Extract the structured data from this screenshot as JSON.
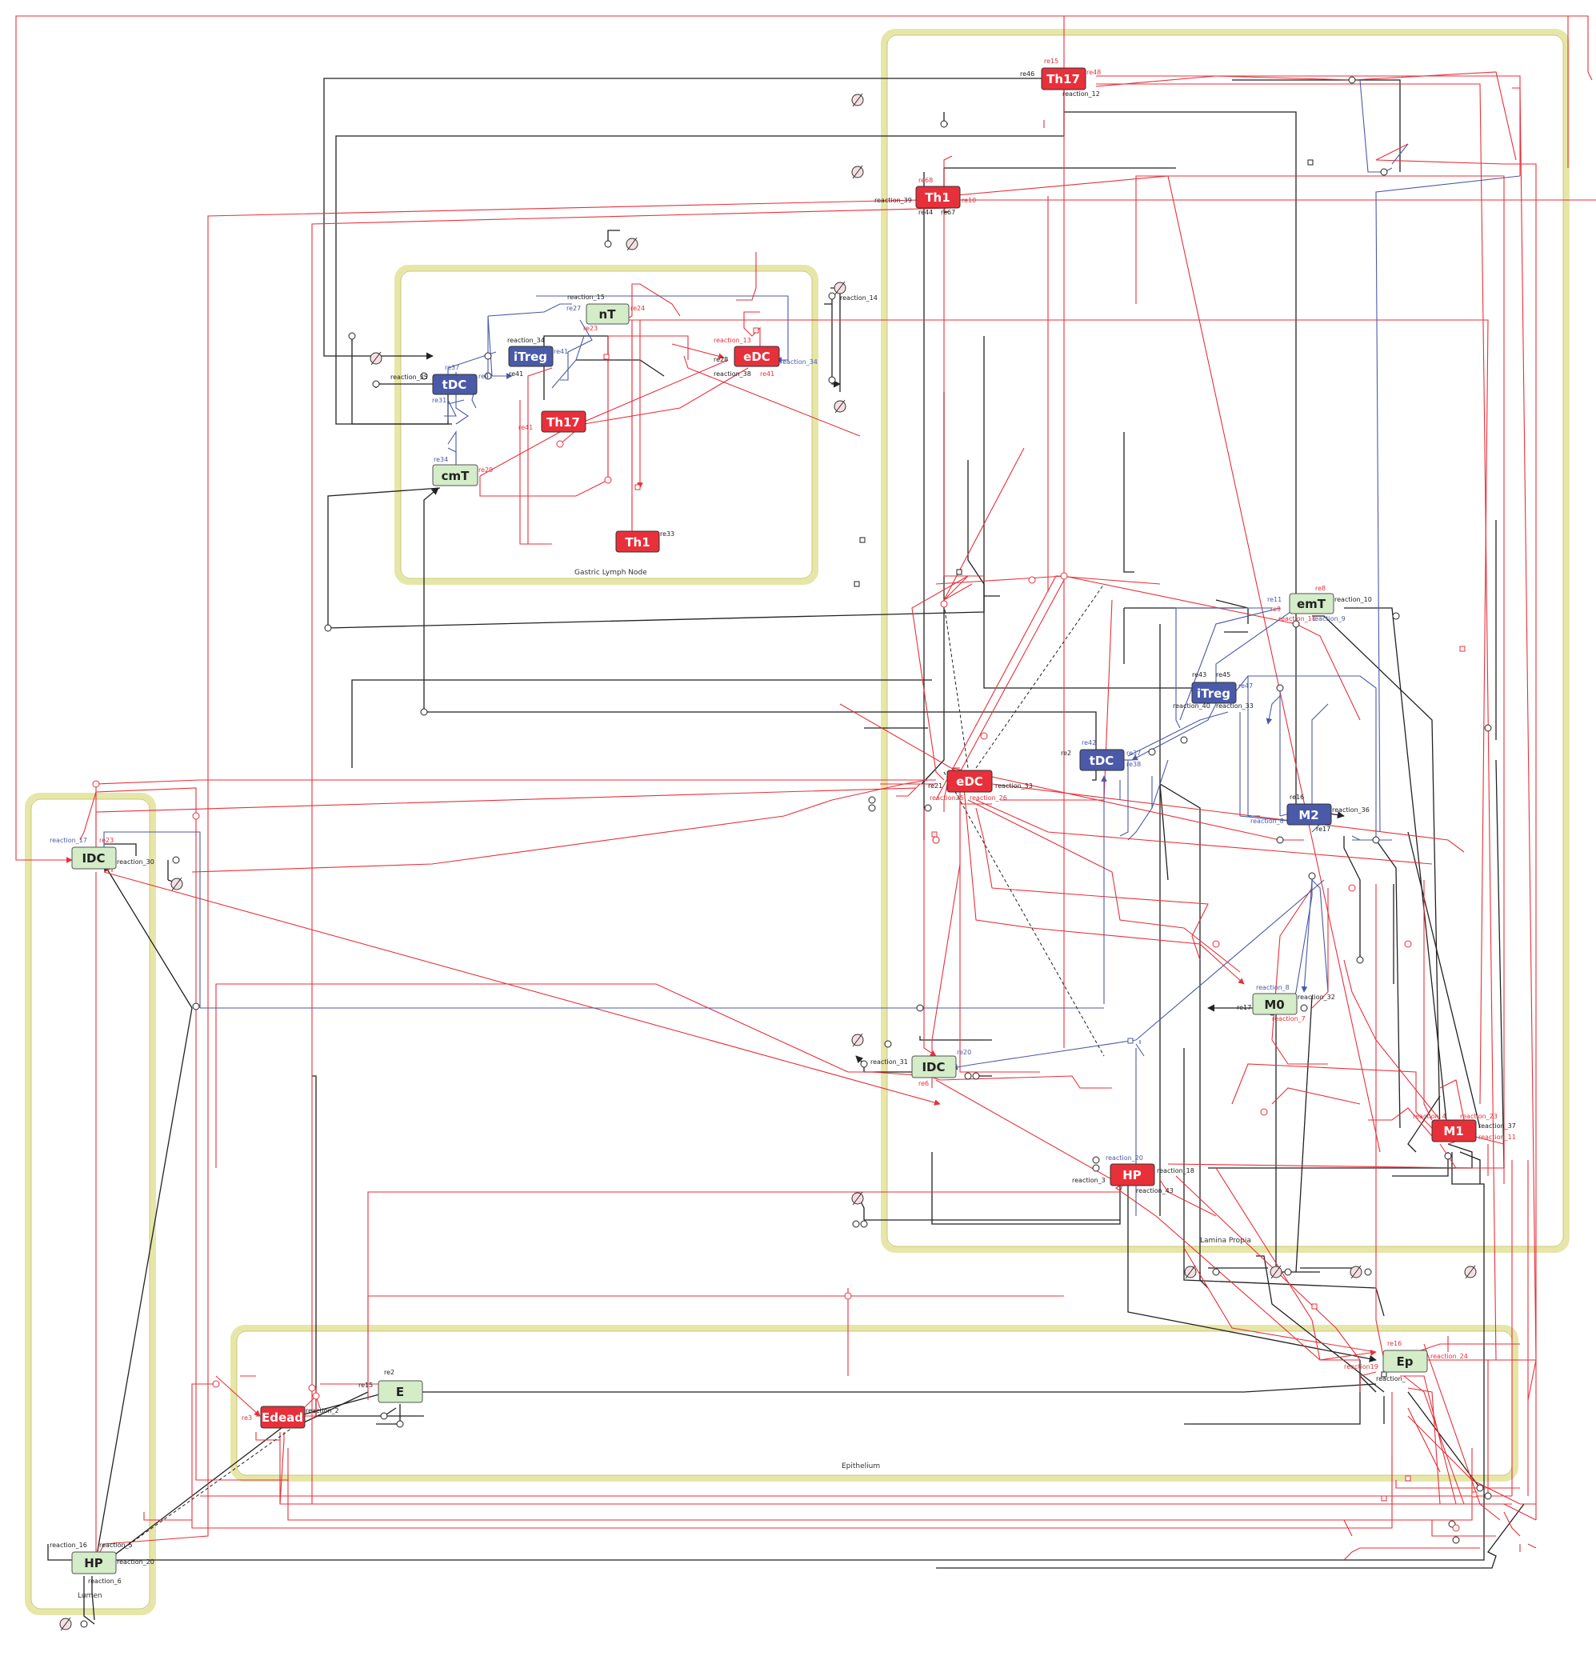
{
  "colors": {
    "compartment_stroke": "#e6e6a8",
    "red_node": "#e8303a",
    "blue_node": "#4a5aa8",
    "green_node": "#d4ecc8",
    "red_edge": "#e8303a",
    "blue_edge": "#4a5aa8",
    "black_edge": "#222222"
  },
  "compartments": {
    "gastric_lymph_node": "Gastric Lymph Node",
    "lamina_propia": "Lamina Propia",
    "epithelium": "Epithelium",
    "lumen": "Lumen"
  },
  "nodes": {
    "gln_nT": "nT",
    "gln_iTreg": "iTreg",
    "gln_tDC": "tDC",
    "gln_eDC": "eDC",
    "gln_Th17": "Th17",
    "gln_cmT": "cmT",
    "gln_Th1": "Th1",
    "lp_Th17": "Th17",
    "lp_Th1": "Th1",
    "lp_emT": "emT",
    "lp_iTreg": "iTreg",
    "lp_tDC": "tDC",
    "lp_eDC": "eDC",
    "lp_M2": "M2",
    "lp_M0": "M0",
    "lp_IDC": "IDC",
    "lp_M1": "M1",
    "lp_HP": "HP",
    "ep_Ep": "Ep",
    "ep_E": "E",
    "ep_Edead": "Edead",
    "lu_IDC": "IDC",
    "lu_HP": "HP"
  },
  "reaction_labels": {
    "r_reaction_15": "reaction_15",
    "r_re24": "re24",
    "r_re23": "re23",
    "r_re27": "re27",
    "r_reaction_14": "reaction_14",
    "r_reaction_34a": "reaction_34",
    "r_re41a": "re41",
    "r_reaction_13": "reaction_13",
    "r_re28": "re28",
    "r_reaction_34b": "reaction_34",
    "r_reaction_35": "reaction_35",
    "r_re37": "re37",
    "r_re41b": "re41",
    "r_re31": "re31",
    "r_reaction_38": "reaction_38",
    "r_re41c": "re41",
    "r_re41d": "re41",
    "r_re41e": "re41",
    "r_re34": "re34",
    "r_re29": "re29",
    "r_re33": "re33",
    "r_re15": "re15",
    "r_re46": "re46",
    "r_re48": "re48",
    "r_reaction_12": "reaction_12",
    "r_re68": "re68",
    "r_reaction_39": "reaction_39",
    "r_re10": "re10",
    "r_re44": "re44",
    "r_re67": "re67",
    "r_re8": "re8",
    "r_re11": "re11",
    "r_reaction_10": "reaction_10",
    "r_re9": "re9",
    "r_reaction_11": "reaction_11",
    "r_reaction_9": "reaction_9",
    "r_re43": "re43",
    "r_re45": "re45",
    "r_reaction_40": "reaction_40",
    "r_re47": "re47",
    "r_reaction_33": "reaction_33",
    "r_re42": "re42",
    "r_re2": "re2",
    "r_re37b": "re37",
    "r_re38": "re38",
    "r_re21": "re21",
    "r_reaction_33b": "reaction_33",
    "r_reaction25": "reaction25",
    "r_reaction_26": "reaction_26",
    "r_re16": "re16",
    "r_reaction_36": "reaction_36",
    "r_reaction_8": "reaction_8",
    "r_re17": "re17",
    "r_reaction_8b": "reaction_8",
    "r_reaction_32": "reaction_32",
    "r_reaction_7": "reaction_7",
    "r_re17b": "re17",
    "r_reaction_31": "reaction_31",
    "r_re20": "re20",
    "r_re6": "re6",
    "r_reaction_4": "reaction_4",
    "r_reaction_23": "reaction_23",
    "r_reaction_37": "reaction_37",
    "r_reaction_11b": "reaction_11",
    "r_reaction_3": "reaction_3",
    "r_reaction_20": "reaction_20",
    "r_reaction_18": "reaction_18",
    "r_reaction_43": "reaction_43",
    "r_re16b": "re16",
    "r_reaction_24": "reaction_24",
    "r_reaction19": "reaction19",
    "r_reaction_": "reaction_",
    "r_re2b": "re2",
    "r_re15b": "re15",
    "r_re3": "re3",
    "r_reaction_2": "reaction_2",
    "r_reaction_17": "reaction_17",
    "r_re23b": "re23",
    "r_reaction_30": "reaction_30",
    "r_reaction_16": "reaction_16",
    "r_reaction_5": "reaction_5",
    "r_reaction_6": "reaction_6",
    "r_reaction_20b": "reaction_20"
  }
}
